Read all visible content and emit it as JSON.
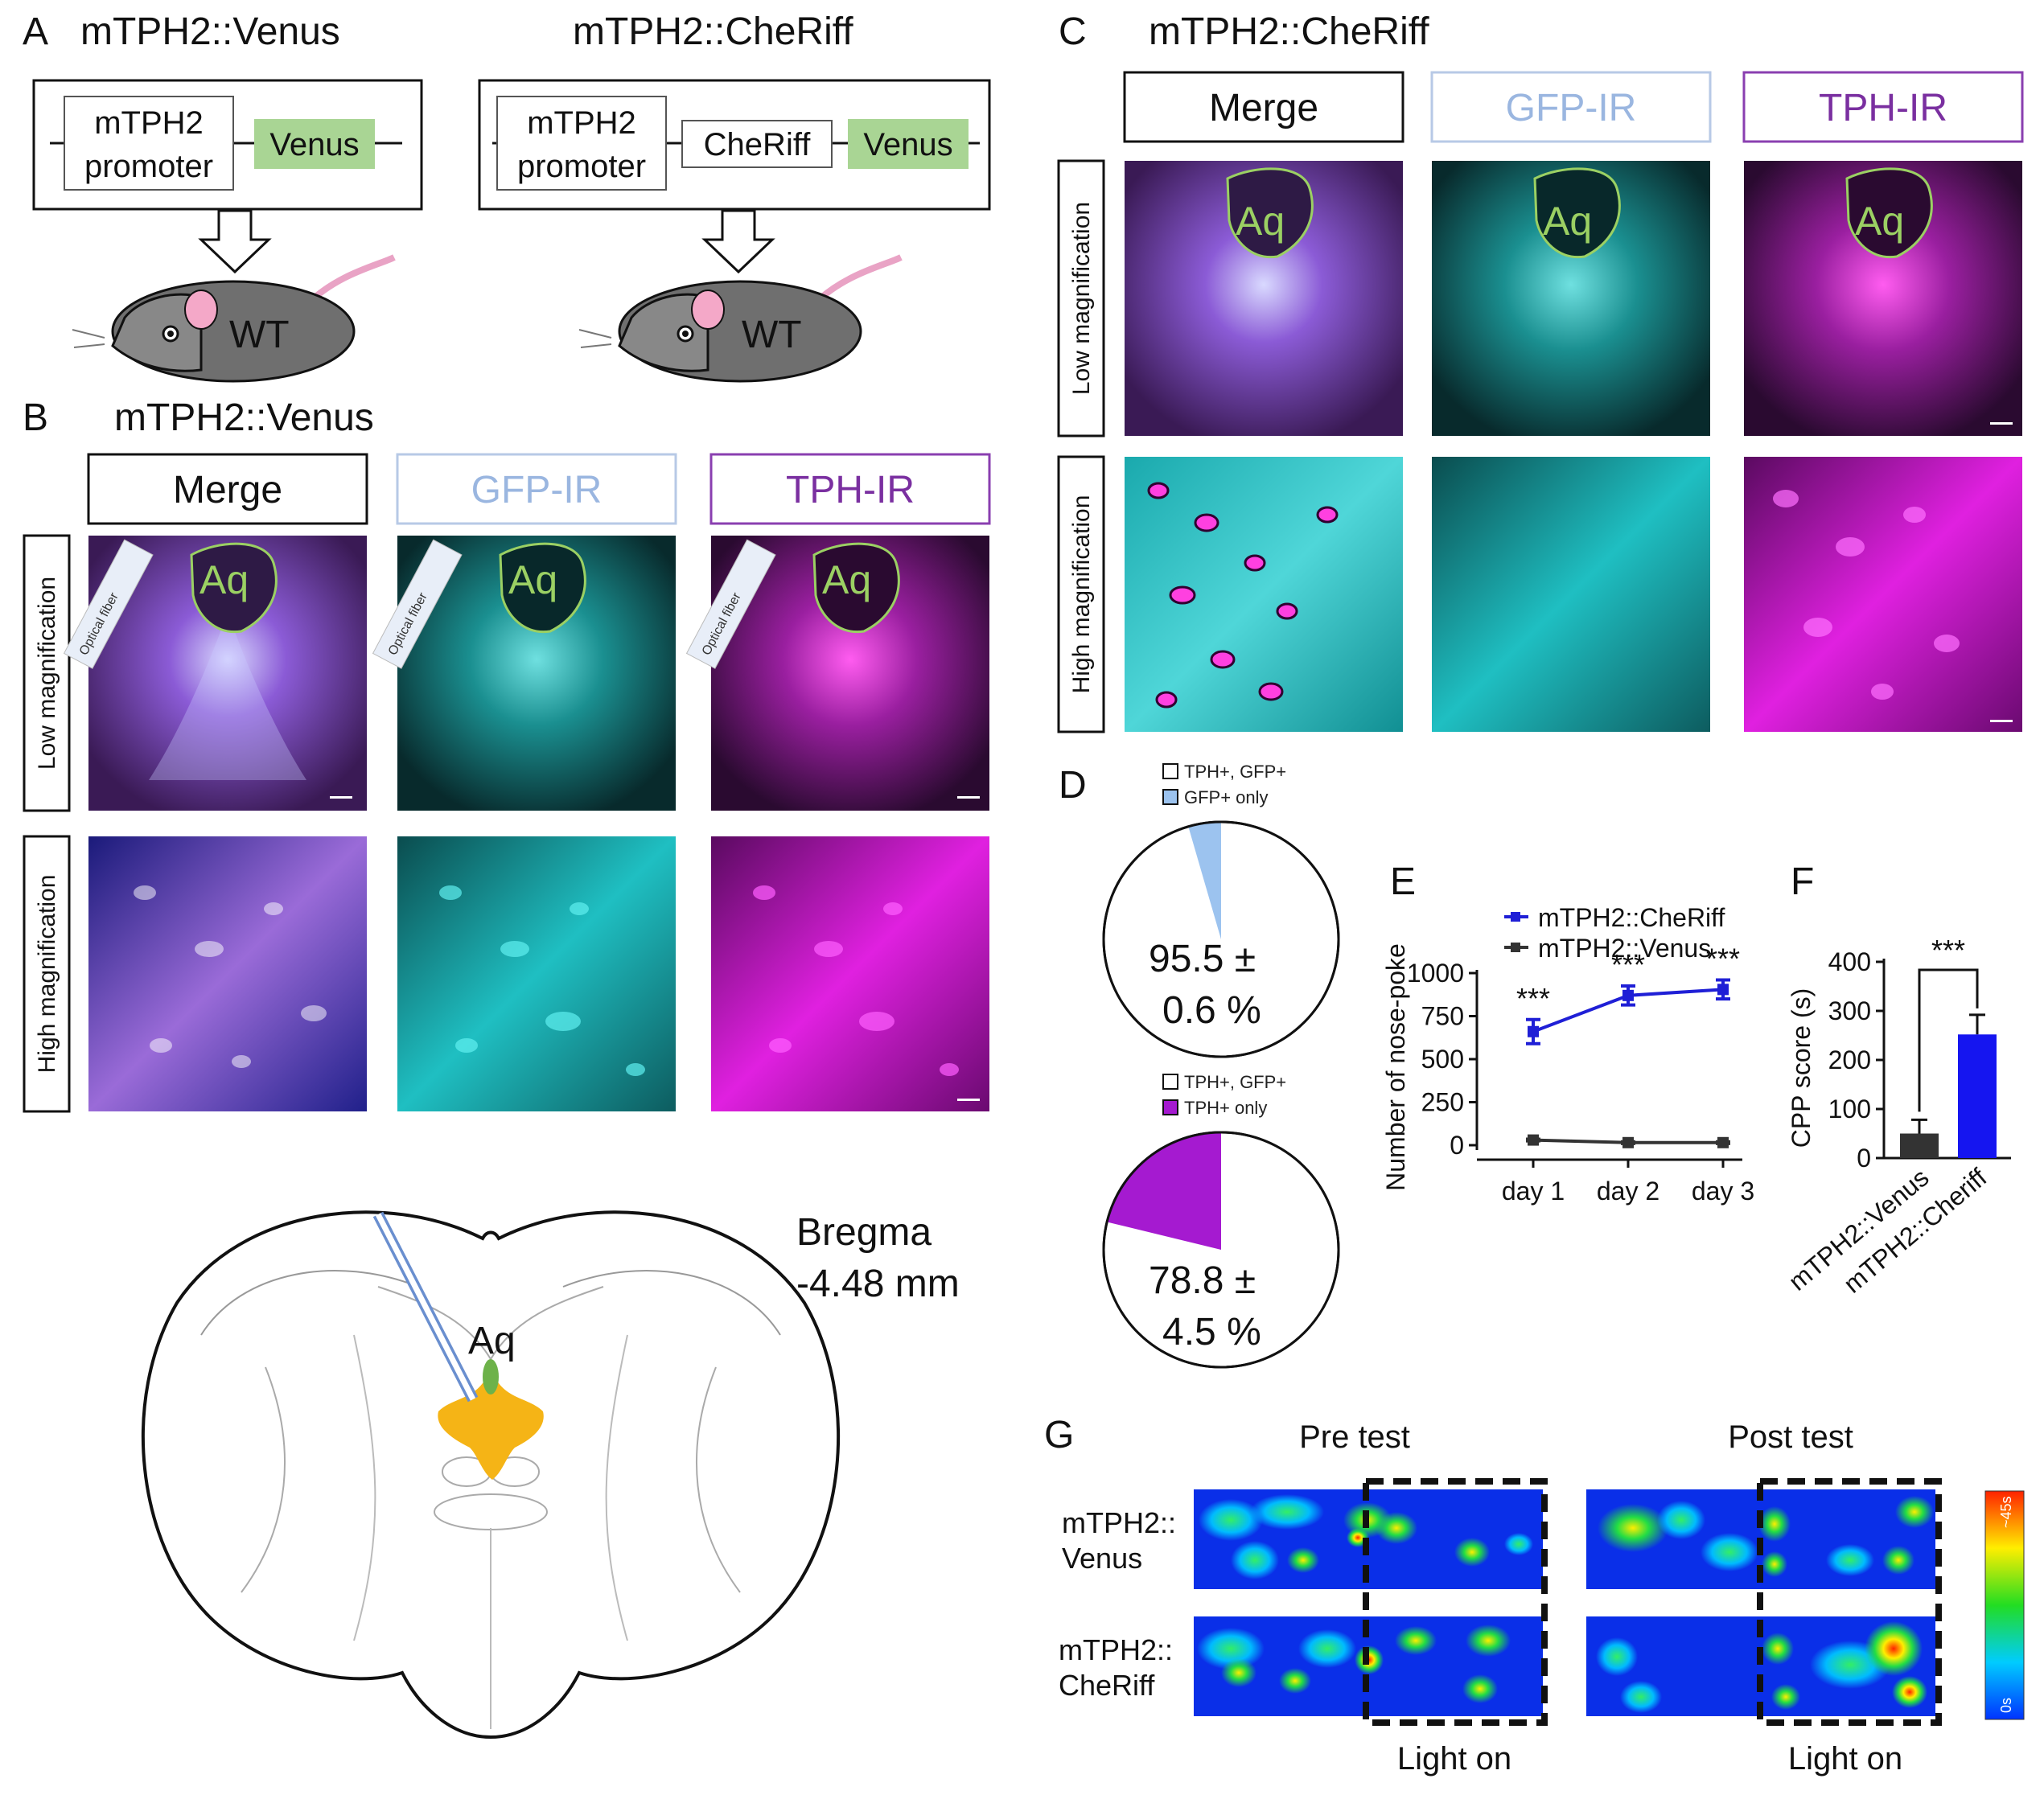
{
  "panelA": {
    "letter": "A",
    "left": {
      "title": "mTPH2::Venus",
      "promoter": [
        "mTPH2",
        "promoter"
      ],
      "reporter": "Venus",
      "mouse": "WT"
    },
    "right": {
      "title": "mTPH2::CheRiff",
      "promoter": [
        "mTPH2",
        "promoter"
      ],
      "opsin": "CheRiff",
      "reporter": "Venus",
      "mouse": "WT"
    }
  },
  "panelB": {
    "letter": "B",
    "title": "mTPH2::Venus",
    "headers": [
      "Merge",
      "GFP-IR",
      "TPH-IR"
    ],
    "rows": [
      "Low magnification",
      "High magnification"
    ],
    "aq": "Aq",
    "fiber": "Optical fiber",
    "bregma": [
      "Bregma",
      "-4.48 mm"
    ],
    "atlas_aq": "Aq"
  },
  "panelC": {
    "letter": "C",
    "title": "mTPH2::CheRiff",
    "headers": [
      "Merge",
      "GFP-IR",
      "TPH-IR"
    ],
    "rows": [
      "Low magnification",
      "High magnification"
    ],
    "aq": "Aq"
  },
  "panelD": {
    "letter": "D",
    "pies": [
      {
        "legend": [
          "TPH+, GFP+",
          "GFP+ only"
        ],
        "label": [
          "95.5 ±",
          "0.6 %"
        ],
        "main_fraction": 0.955,
        "minor_color": "#9cc3ef"
      },
      {
        "legend": [
          "TPH+, GFP+",
          "TPH+ only"
        ],
        "label": [
          "78.8 ±",
          "4.5 %"
        ],
        "main_fraction": 0.788,
        "minor_color": "#a51ad0"
      }
    ]
  },
  "panelE": {
    "letter": "E"
  },
  "panelF": {
    "letter": "F"
  },
  "panelG": {
    "letter": "G",
    "columns": [
      "Pre test",
      "Post test"
    ],
    "rows": [
      [
        "mTPH2::",
        "Venus"
      ],
      [
        "mTPH2::",
        "CheRiff"
      ]
    ],
    "footer": "Light on",
    "scale_top": "~45s",
    "scale_bottom": "0s"
  },
  "chart_data": [
    {
      "type": "line",
      "panel": "E",
      "categories": [
        "day 1",
        "day 2",
        "day 3"
      ],
      "series": [
        {
          "name": "mTPH2::CheRiff",
          "values": [
            660,
            870,
            905
          ],
          "errors": [
            70,
            55,
            55
          ],
          "color": "#1f1fd6"
        },
        {
          "name": "mTPH2::Venus",
          "values": [
            30,
            15,
            15
          ],
          "errors": [
            5,
            5,
            5
          ],
          "color": "#333333"
        }
      ],
      "significance": [
        "***",
        "***",
        "***"
      ],
      "ylabel": "Number of nose-poke",
      "yticks": [
        0,
        250,
        500,
        750,
        1000
      ],
      "ylim": [
        0,
        1000
      ],
      "legend": "top"
    },
    {
      "type": "bar",
      "panel": "F",
      "categories": [
        "mTPH2::Venus",
        "mTPH2::Cheriff"
      ],
      "values": [
        50,
        252
      ],
      "errors": [
        28,
        40
      ],
      "colors": [
        "#333333",
        "#1515f0"
      ],
      "ylabel": "CPP score (s)",
      "yticks": [
        0,
        100,
        200,
        300,
        400
      ],
      "ylim": [
        0,
        400
      ],
      "significance": "***"
    }
  ]
}
